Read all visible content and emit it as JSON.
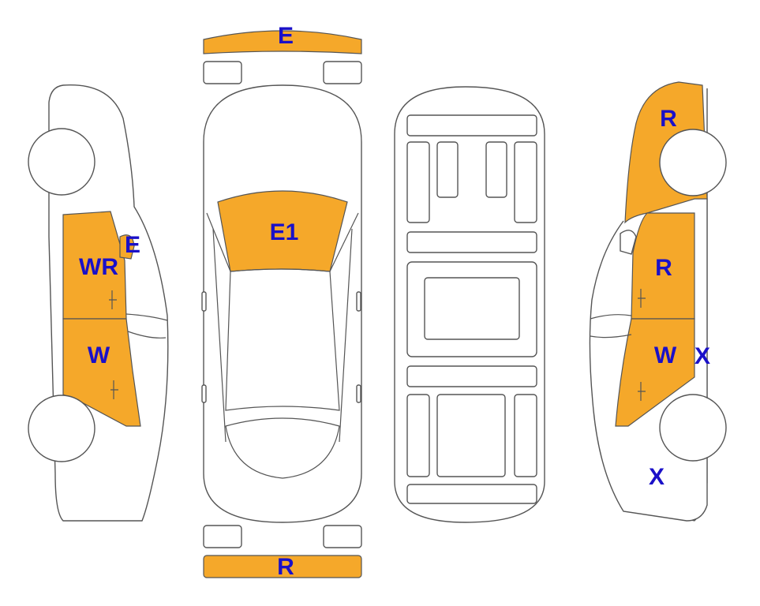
{
  "colors": {
    "damage_fill": "#F5A82A",
    "light_fill": "#DDF3F8",
    "label": "#1A10C8",
    "outline": "#555555"
  },
  "labels": {
    "front_bumper": "E",
    "rear_bumper": "R",
    "hood": "E1",
    "left_front_door": "WR",
    "left_mirror": "E",
    "left_rear_door": "W",
    "right_front_fender": "R",
    "right_front_door": "R",
    "right_rear_door": "W",
    "right_rear_panel": "X",
    "right_rear_quarter": "X"
  }
}
